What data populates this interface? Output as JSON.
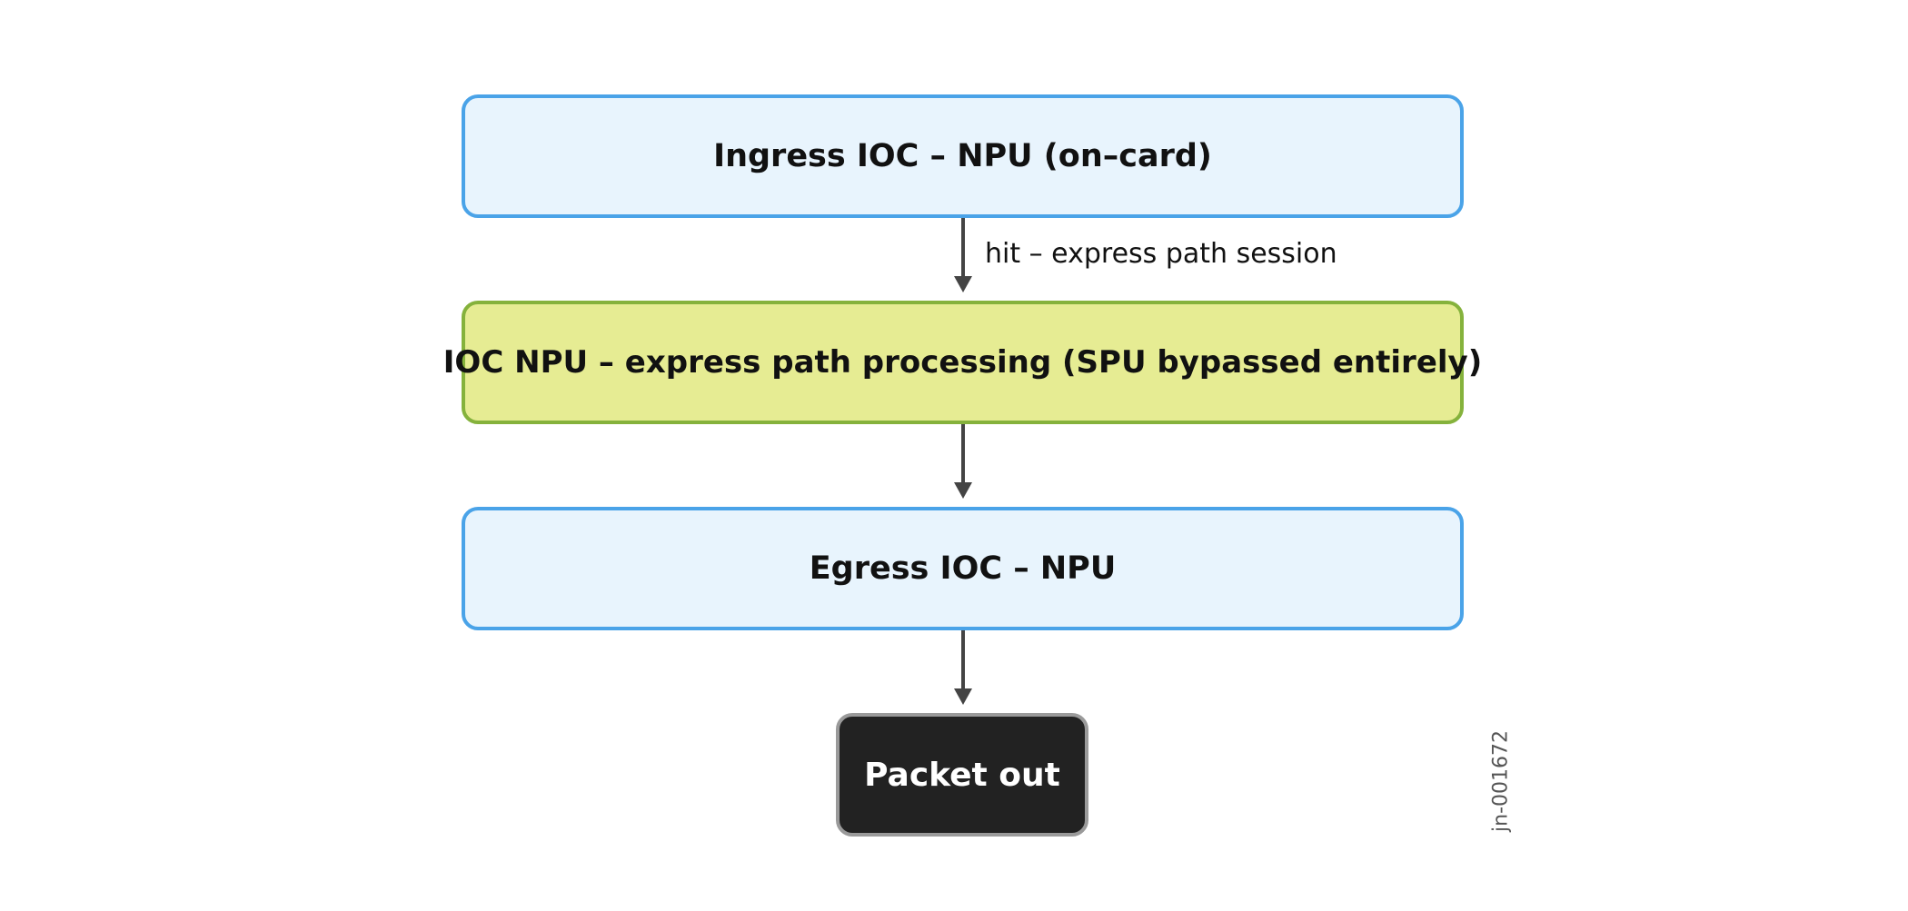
{
  "nodes": {
    "ingress": "Ingress IOC – NPU (on–card)",
    "express": "IOC NPU – express path processing (SPU bypassed entirely)",
    "egress": "Egress IOC – NPU",
    "packet_out": "Packet out"
  },
  "edges": {
    "ingress_to_express_label": "hit – express path session"
  },
  "watermark": "jn-001672",
  "colors": {
    "blue_fill": "#e8f4fd",
    "blue_border": "#4aa3e8",
    "green_fill": "#e6ec93",
    "green_border": "#85b23c",
    "dark_fill": "#222222",
    "dark_border": "#9a9a9a",
    "arrow": "#444444"
  }
}
